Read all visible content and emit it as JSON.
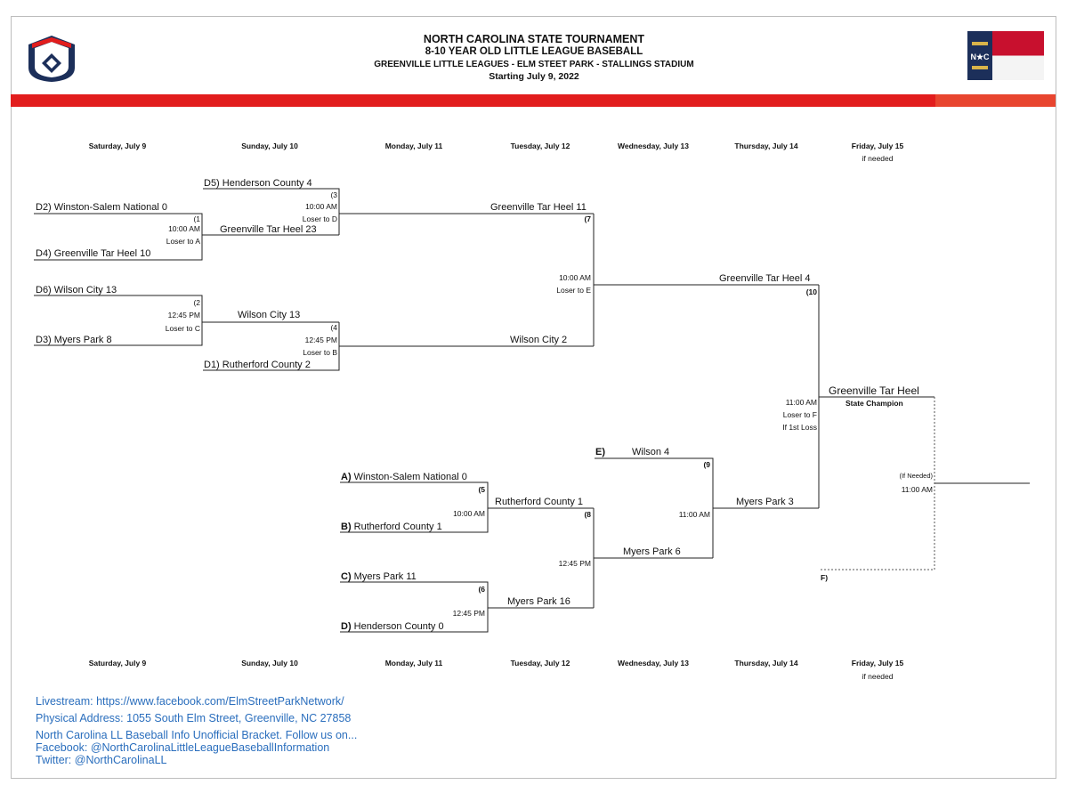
{
  "header": {
    "line1": "NORTH CAROLINA STATE TOURNAMENT",
    "line2": "8-10 YEAR OLD LITTLE LEAGUE BASEBALL",
    "line3": "GREENVILLE LITTLE LEAGUES - ELM STEET PARK - STALLINGS STADIUM",
    "line4": "Starting July 9, 2022",
    "logo_icon": "little-league-logo-icon",
    "flag_icon": "nc-flag-icon",
    "flag_text": "N★C",
    "accent_color": "#e21d1d",
    "navy_color": "#1c2f5a"
  },
  "days": [
    "Saturday, July 9",
    "Sunday, July 10",
    "Monday, July 11",
    "Tuesday, July 12",
    "Wednesday, July 13",
    "Thursday, July 14",
    "Friday, July 15"
  ],
  "if_needed": "if needed",
  "winners": {
    "g1_top": "D2)  Winston-Salem National  0",
    "g1_bot": "D4)  Greenville Tar Heel  10",
    "g2_top": "D6)  Wilson City  13",
    "g2_bot": "D3)  Myers Park  8",
    "g3_top": "D5)  Henderson County  4",
    "g3_bot": "Greenville Tar Heel  23",
    "g4_top": "Wilson City  13",
    "g4_bot": "D1)  Rutherford County  2",
    "g7_top": "Greenville Tar Heel  11",
    "g7_bot": "Wilson City  2",
    "g10_top": "Greenville Tar Heel  4",
    "champion": "Greenville Tar Heel",
    "champion_label": "State Champion"
  },
  "losers": {
    "g5_top_tag": "A)",
    "g5_top": "Winston-Salem National  0",
    "g5_bot_tag": "B)",
    "g5_bot": "Rutherford County  1",
    "g6_top_tag": "C)",
    "g6_top": "Myers Park  11",
    "g6_bot_tag": "D)",
    "g6_bot": "Henderson County  0",
    "g8_top": "Rutherford County  1",
    "g8_bot": "Myers Park  16",
    "g9_top_tag": "E)",
    "g9_top": "Wilson  4",
    "g9_bot": "Myers Park  6",
    "g10_bot": "Myers Park  3",
    "f_tag": "F)"
  },
  "games": {
    "g1": {
      "num": "(1",
      "time": "10:00 AM",
      "loser": "Loser to A"
    },
    "g2": {
      "num": "(2",
      "time": "12:45 PM",
      "loser": "Loser to C"
    },
    "g3": {
      "num": "(3",
      "time": "10:00 AM",
      "loser": "Loser to D"
    },
    "g4": {
      "num": "(4",
      "time": "12:45 PM",
      "loser": "Loser to B"
    },
    "g5": {
      "num": "(5",
      "time": "10:00 AM"
    },
    "g6": {
      "num": "(6",
      "time": "12:45 PM"
    },
    "g7": {
      "num": "(7",
      "time": "10:00 AM",
      "loser": "Loser to E"
    },
    "g8": {
      "num": "(8",
      "time": "12:45 PM"
    },
    "g9": {
      "num": "(9",
      "time": "11:00 AM"
    },
    "g10": {
      "num": "(10",
      "time": "11:00 AM",
      "loser": "Loser to F",
      "note": "If 1st Loss"
    },
    "g11": {
      "num": "(If Needed)",
      "time": "11:00 AM"
    }
  },
  "footer": {
    "livestream": "Livestream: https://www.facebook.com/ElmStreetParkNetwork/",
    "address": "Physical Address: 1055 South Elm Street, Greenville, NC 27858",
    "info": "North Carolina LL Baseball Info Unofficial Bracket. Follow us on...",
    "facebook": "Facebook: @NorthCarolinaLittleLeagueBaseballInformation",
    "twitter": "Twitter: @NorthCarolinaLL",
    "link_color": "#2a6ebd"
  }
}
